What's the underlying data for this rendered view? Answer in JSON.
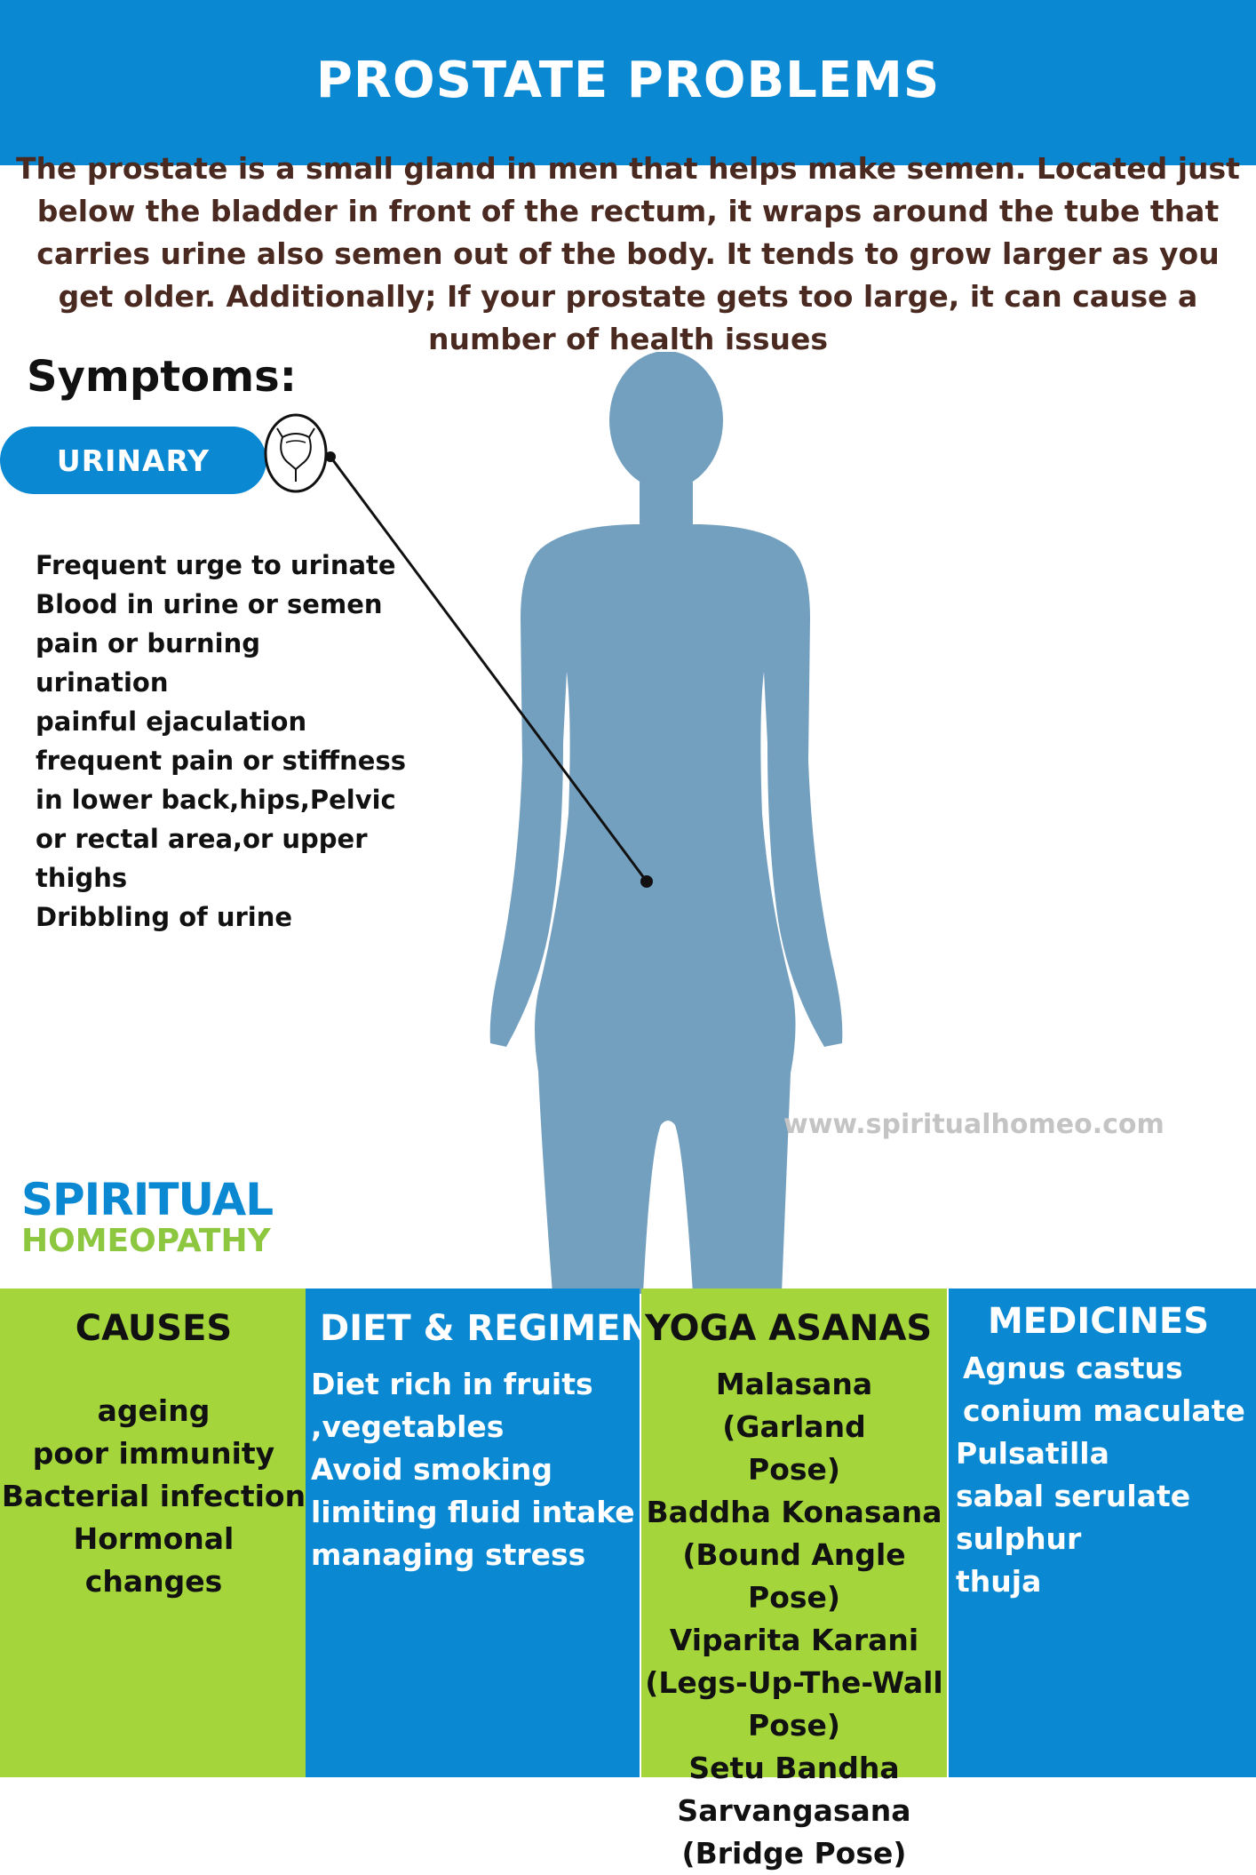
{
  "header": {
    "title": "PROSTATE PROBLEMS"
  },
  "intro": "The prostate is a small gland in men that helps make semen. Located just below the bladder in front of the rectum, it wraps around the tube that carries urine also semen out of the body. It tends to grow larger as you get older. Additionally; If your prostate gets too large, it can cause a number of health issues",
  "symptoms": {
    "heading": "Symptoms:",
    "category": "URINARY",
    "lines": [
      "Frequent urge to urinate",
      "Blood in urine or semen",
      "pain or burning",
      "urination",
      "painful ejaculation",
      "frequent pain or stiffness",
      "in lower back,hips,Pelvic",
      "or rectal area,or upper",
      "thighs",
      "Dribbling of urine"
    ]
  },
  "website": "www.spiritualhomeo.com",
  "logo": {
    "line1": "SPIRITUAL",
    "line2": "HOMEOPATHY"
  },
  "sections": {
    "causes": {
      "heading": "CAUSES",
      "items": [
        "ageing",
        "poor immunity",
        "Bacterial infection",
        "Hormonal changes"
      ]
    },
    "diet": {
      "heading": "DIET & REGIMEN",
      "items": [
        "Diet rich in fruits",
        ",vegetables",
        "Avoid smoking",
        "limiting fluid intake",
        "managing stress"
      ]
    },
    "yoga": {
      "heading": "YOGA ASANAS",
      "items": [
        "Malasana (Garland",
        "Pose)",
        "Baddha Konasana",
        "(Bound Angle Pose)",
        "Viparita Karani",
        "(Legs-Up-The-Wall",
        "Pose)",
        "Setu Bandha",
        "Sarvangasana",
        "(Bridge Pose)"
      ]
    },
    "medicines": {
      "heading": "MEDICINES",
      "items": [
        "Agnus castus",
        "conium maculate",
        "Pulsatilla",
        "sabal serulate",
        "sulphur",
        "thuja"
      ]
    }
  },
  "colors": {
    "blue": "#0a88d2",
    "green": "#a4d63c",
    "figure": "#74a0c0",
    "intro_text": "#4a2a20"
  },
  "icons": {
    "organ": "bladder-icon",
    "figure": "human-body-silhouette"
  }
}
